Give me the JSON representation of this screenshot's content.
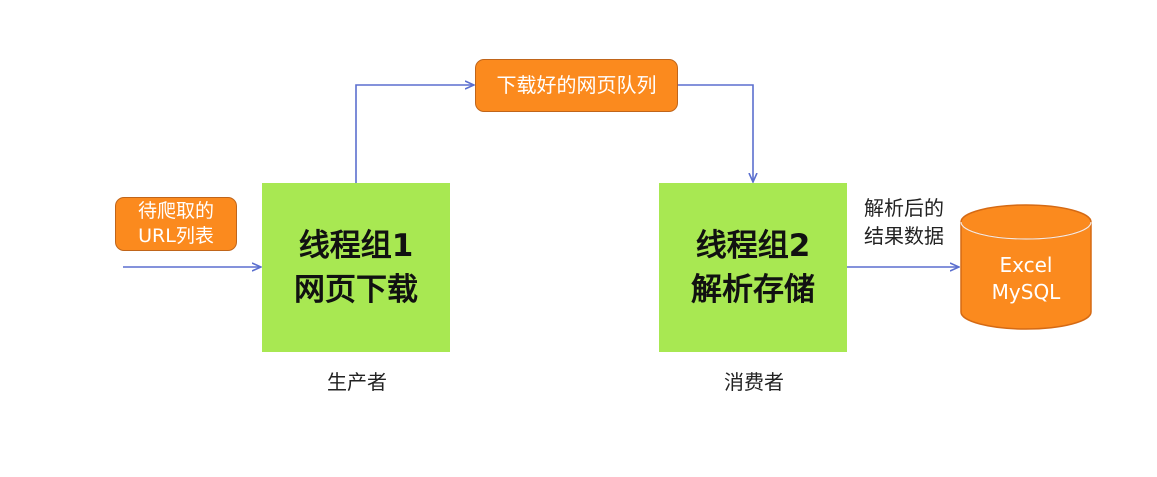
{
  "queue_label": "下载好的网页队列",
  "url_queue": {
    "line1": "待爬取的",
    "line2": "URL列表"
  },
  "thread_group_1": {
    "line1": "线程组1",
    "line2": "网页下载"
  },
  "thread_group_2": {
    "line1": "线程组2",
    "line2": "解析存储"
  },
  "producer_label": "生产者",
  "consumer_label": "消费者",
  "result_label": {
    "line1": "解析后的",
    "line2": "结果数据"
  },
  "storage": {
    "line1": "Excel",
    "line2": "MySQL"
  },
  "colors": {
    "orange": "#fb8a1e",
    "green": "#a8e852",
    "arrow": "#5b6fcf"
  }
}
